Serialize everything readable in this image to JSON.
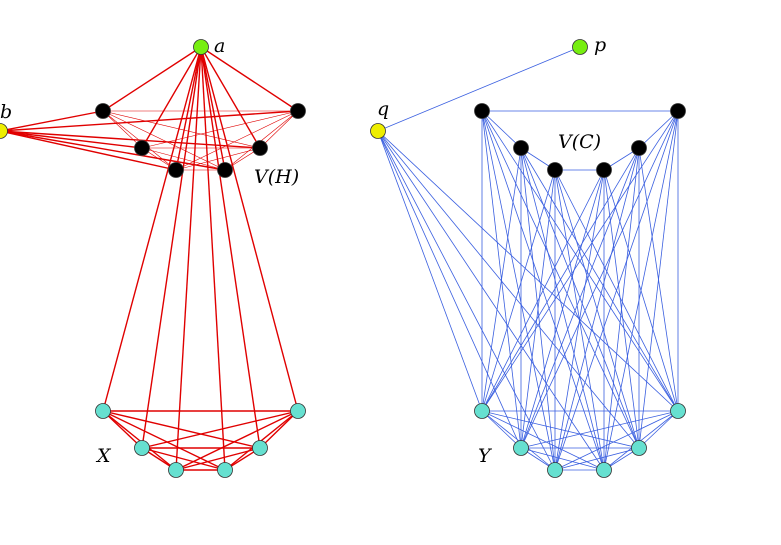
{
  "colors": {
    "left_edges": "#e00000",
    "right_edges": "#3a5fe0",
    "apex_green": "#77ee11",
    "yellow": "#eeee00",
    "black": "#000000",
    "cyan": "#66e0d0",
    "background": "#ffffff"
  },
  "labels": {
    "a": "a",
    "b": "b",
    "vh": "V(H)",
    "x": "X",
    "p": "p",
    "q": "q",
    "vc": "V(C)",
    "y": "Y"
  },
  "left_graph": {
    "apex_label": "a",
    "side_label": "b",
    "middle_set_label": "V(H)",
    "bottom_set_label": "X",
    "middle_vertex_count": 6,
    "bottom_vertex_count": 6
  },
  "right_graph": {
    "apex_label": "p",
    "side_label": "q",
    "middle_set_label": "V(C)",
    "bottom_set_label": "Y",
    "middle_vertex_count": 6,
    "bottom_vertex_count": 6
  }
}
